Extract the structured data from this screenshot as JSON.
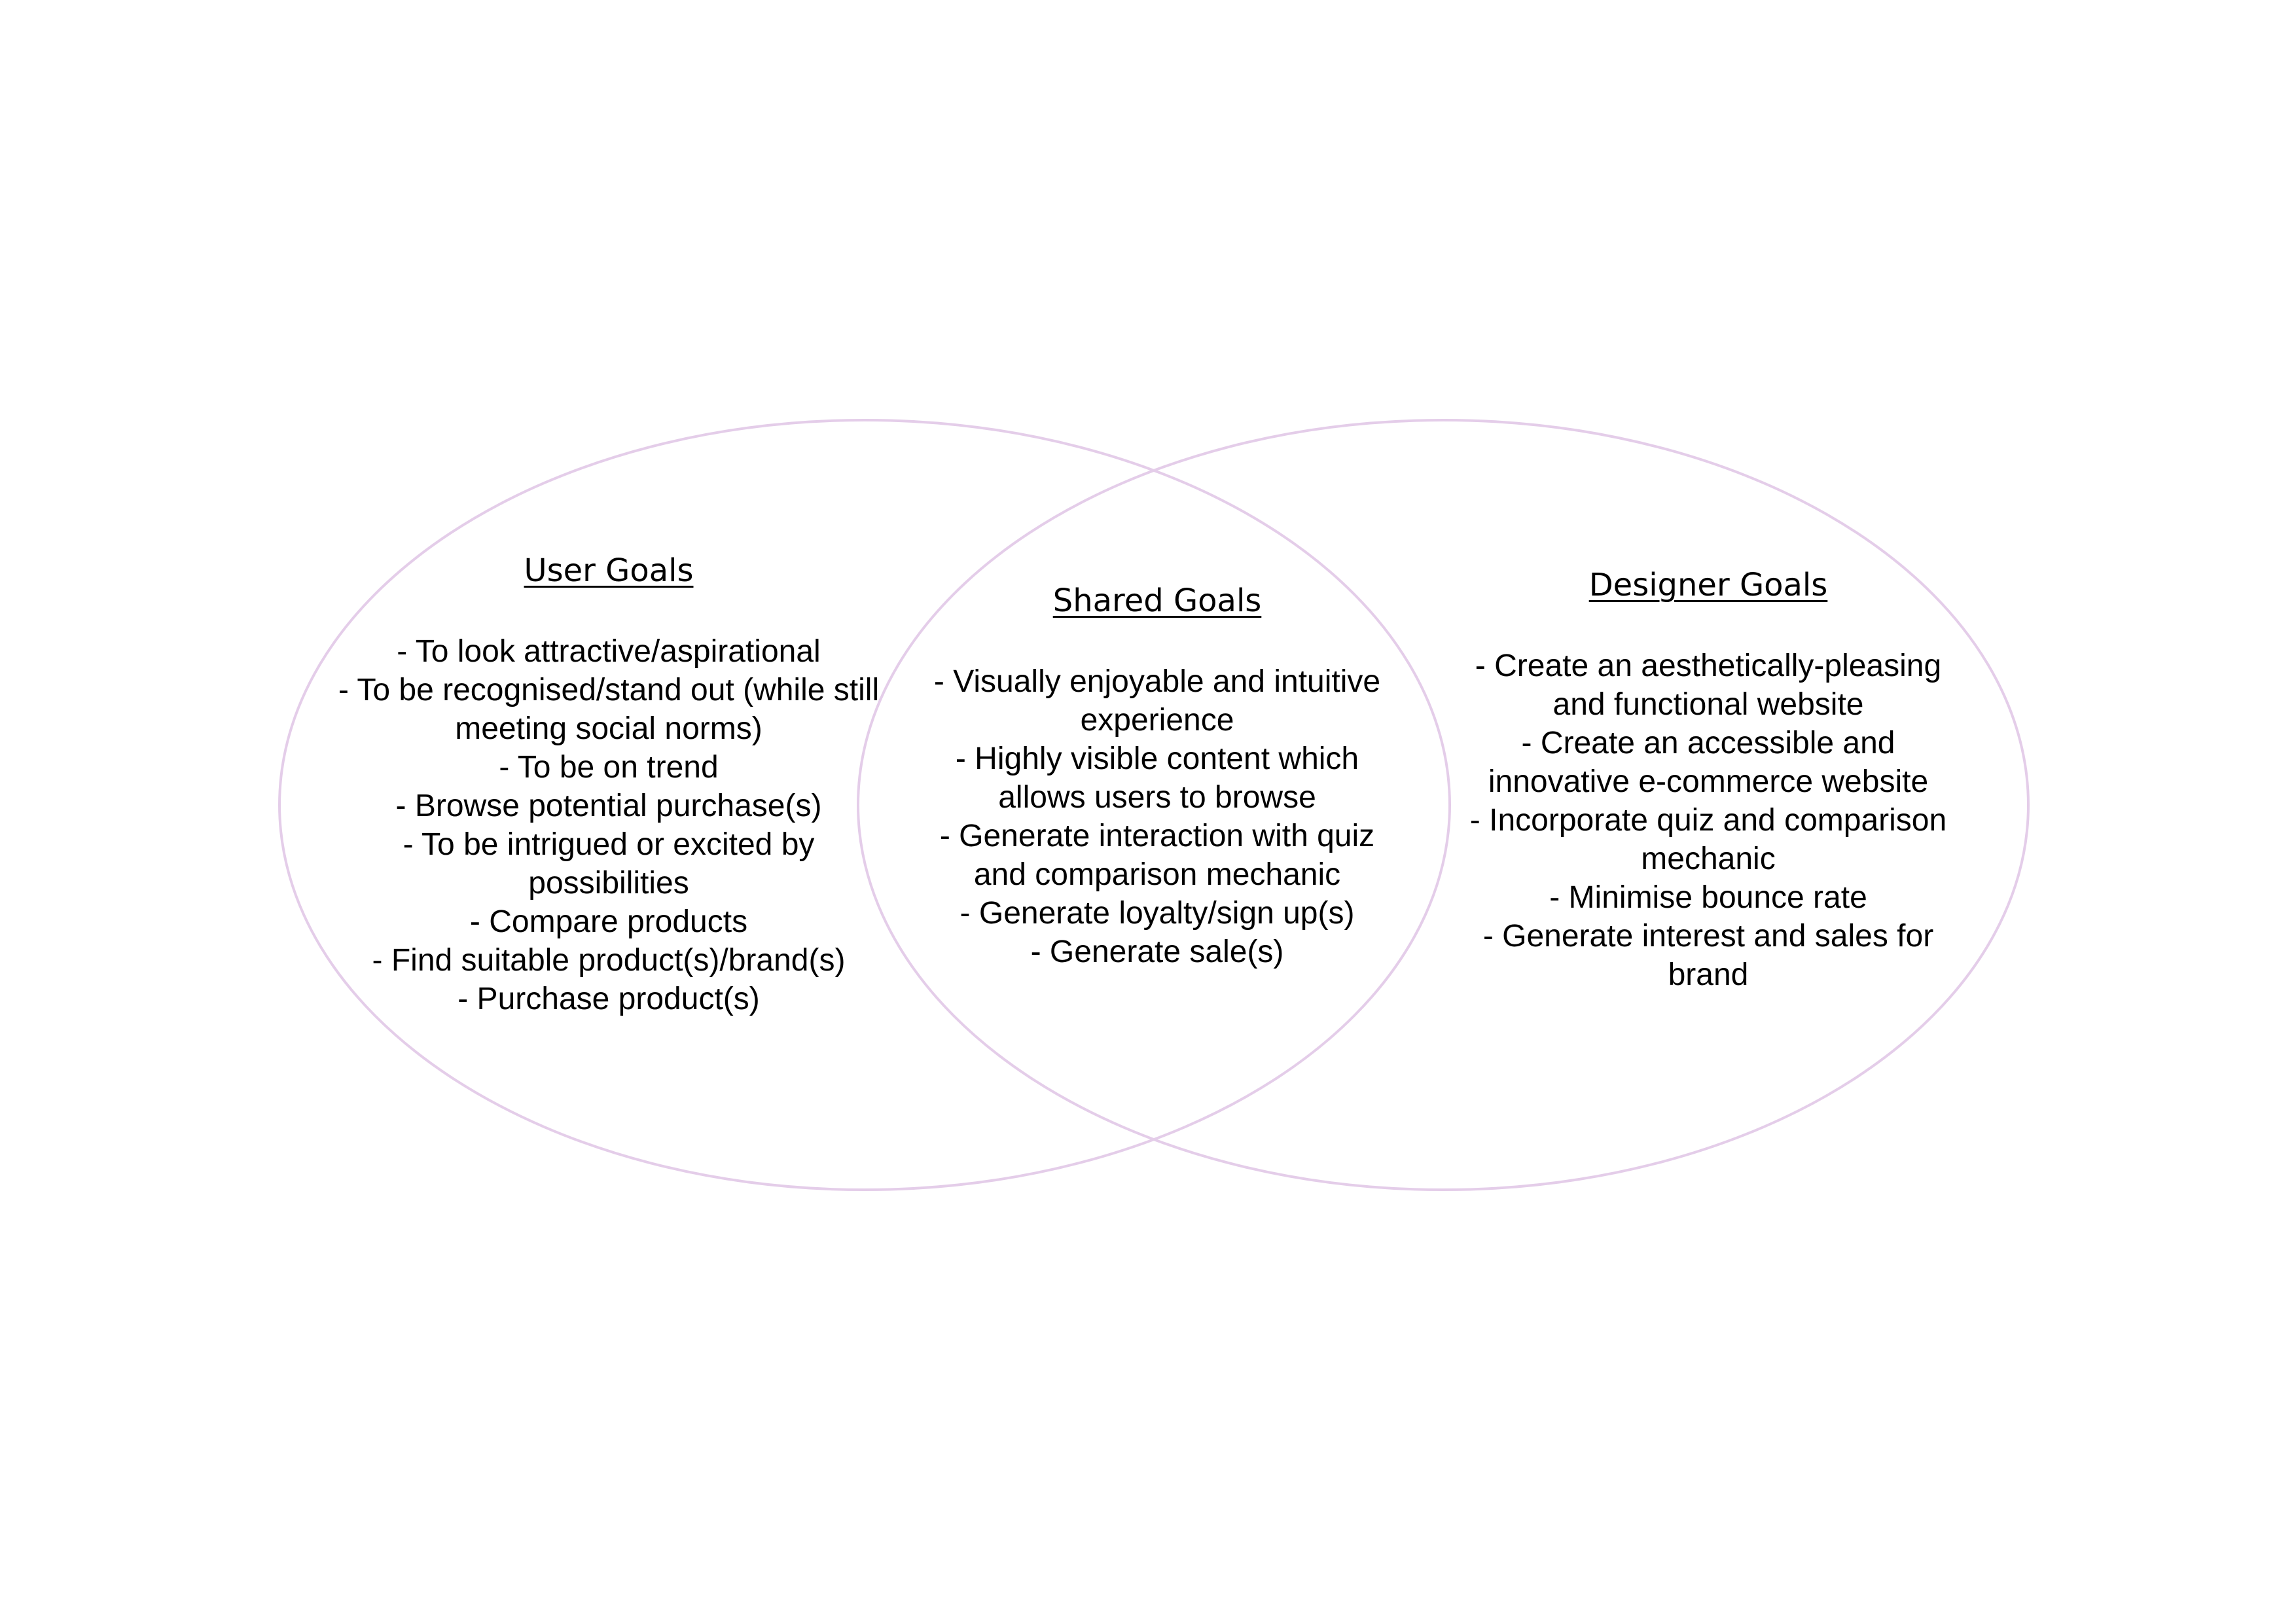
{
  "diagram": {
    "outline_color": "#e4cde9",
    "text_color": "#000000",
    "sections": {
      "user": {
        "title": "User Goals",
        "items": [
          "- To look attractive/aspirational",
          "- To be recognised/stand out (while still meeting social norms)",
          "- To be on trend",
          "- Browse potential purchase(s)",
          "- To be intrigued or excited by possibilities",
          "- Compare products",
          "- Find suitable product(s)/brand(s)",
          "- Purchase product(s)"
        ]
      },
      "shared": {
        "title": "Shared Goals",
        "items": [
          "- Visually enjoyable and intuitive experience",
          "- Highly visible content which allows users to browse",
          "- Generate interaction with quiz and comparison mechanic",
          "- Generate loyalty/sign up(s)",
          "- Generate sale(s)"
        ]
      },
      "designer": {
        "title": "Designer Goals",
        "items": [
          "- Create an aesthetically-pleasing and functional website",
          "- Create an accessible and innovative e-commerce website",
          "- Incorporate quiz and comparison mechanic",
          "- Minimise bounce rate",
          "- Generate interest and sales for brand"
        ]
      }
    }
  }
}
